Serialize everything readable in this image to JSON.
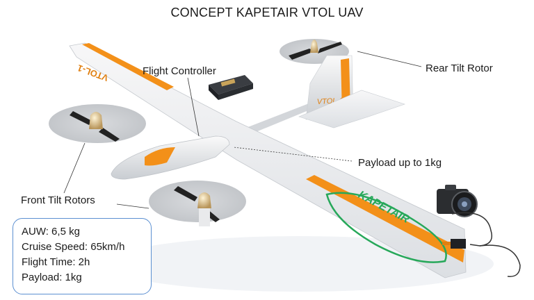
{
  "title": "CONCEPT  KAPETAIR VTOL UAV",
  "labels": {
    "flight_controller": "Flight Controller",
    "rear_tilt_rotor": "Rear Tilt Rotor",
    "payload": "Payload up to 1kg",
    "front_tilt_rotors": "Front Tilt Rotors"
  },
  "aircraft_markings": {
    "wing_logo": "KAPETAIR",
    "tail_mark": "VTOL-1",
    "wingtip_mark": "VTOL-1"
  },
  "specs": [
    "AUW: 6,5 kg",
    "Cruise Speed: 65km/h",
    "Flight Time: 2h",
    "Payload: 1kg"
  ],
  "colors": {
    "accent_orange": "#f39019",
    "logo_green": "#27a85a",
    "spec_border": "#5b8fd1"
  }
}
